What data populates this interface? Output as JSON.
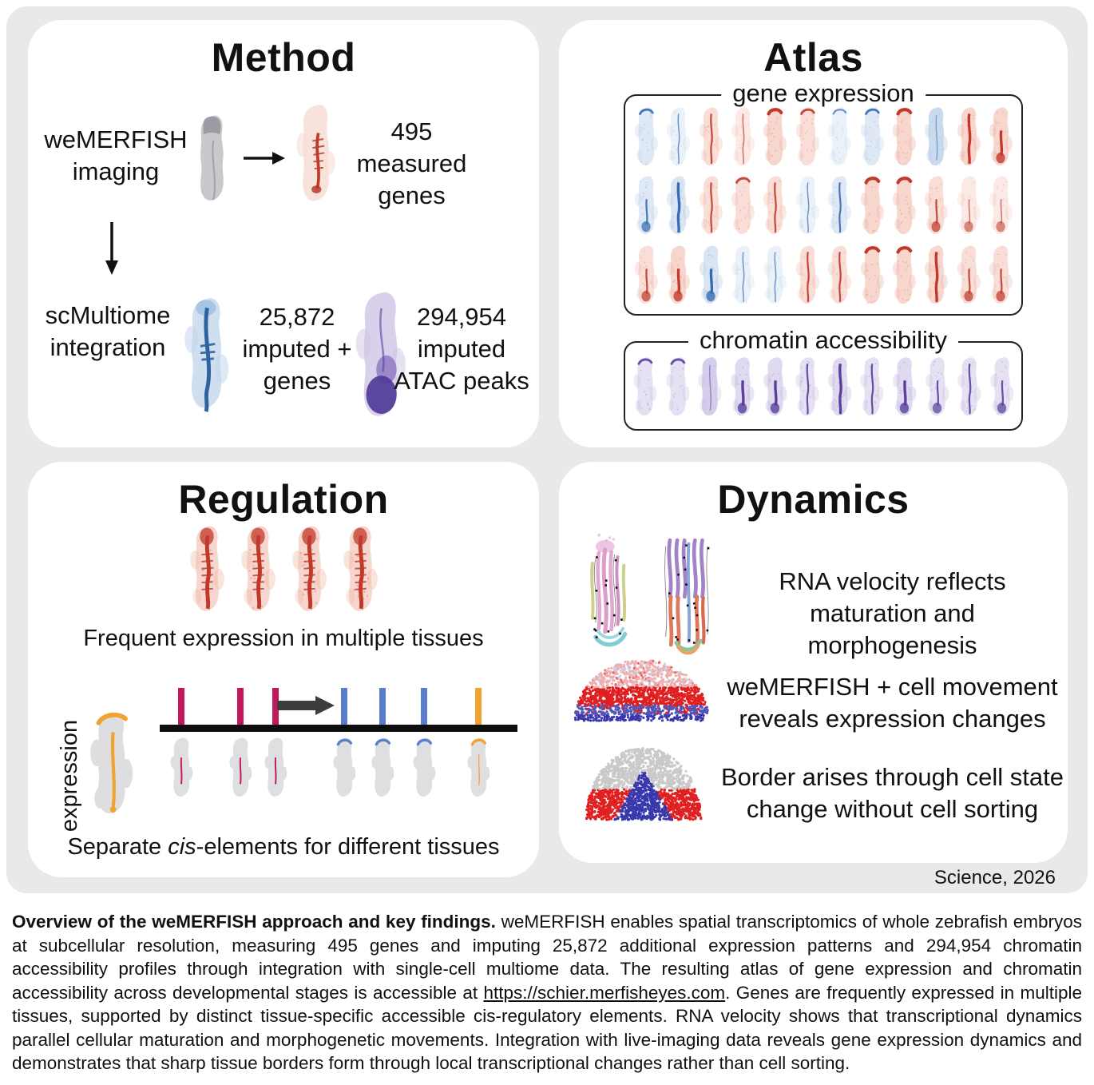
{
  "colors": {
    "background_gray": "#e9e9e9",
    "panel_white": "#ffffff",
    "text_black": "#111111",
    "embryo_red": "#c0392b",
    "wash_red": "#f0b5a6",
    "embryo_blue": "#376bb3",
    "wash_blue": "#b9cfe8",
    "embryo_purple": "#5a3f9e",
    "wash_purple": "#c5bbe2",
    "gray_body": "#c9c9cd",
    "gray_head": "#9b9ca3",
    "bar_magenta": "#c2185b",
    "bar_blue": "#5b7ecc",
    "bar_orange": "#f0a330",
    "arrow_dark": "#3d3d3d",
    "dome_red": "#e02020",
    "dome_blue": "#3838ac",
    "dome_pink": "#efaeae",
    "dome_gray": "#c9c9c9"
  },
  "panels": {
    "method": {
      "title": "Method",
      "step1_line1": "weMERFISH",
      "step1_line2": "imaging",
      "measured_line1": "495",
      "measured_line2": "measured",
      "measured_line3": "genes",
      "step2_line1": "scMultiome",
      "step2_line2": "integration",
      "imputed_line1": "25,872",
      "imputed_line2": "imputed +",
      "imputed_line3": "genes",
      "atac_line1": "294,954",
      "atac_line2": "imputed",
      "atac_line3": "ATAC peaks"
    },
    "atlas": {
      "title": "Atlas",
      "gene_expression_label": "gene expression",
      "chromatin_label": "chromatin accessibility",
      "gene_expression_rows": [
        [
          "blue:mid:head",
          "blue:light:mid",
          "red:mid:mid",
          "red:light:mid",
          "red:strong:head",
          "red:mid:head",
          "blue:light:head",
          "blue:mid:head",
          "red:strong:head",
          "blue:strong:wash",
          "red:strong:mid",
          "red:strong:lower"
        ],
        [
          "blue:mid:lower",
          "blue:strong:mid",
          "red:mid:mid",
          "red:mid:head",
          "red:mid:mid",
          "blue:light:mid",
          "blue:mid:mid",
          "red:strong:head",
          "red:strong:head",
          "red:mid:lower",
          "red:light:lower",
          "red:light:lower"
        ],
        [
          "red:mid:lower",
          "red:strong:lower",
          "blue:strong:lower",
          "blue:light:mid",
          "blue:light:mid",
          "red:mid:mid",
          "red:mid:mid",
          "red:strong:head",
          "red:strong:head",
          "red:strong:mid",
          "red:mid:lower",
          "red:mid:lower"
        ]
      ],
      "chromatin_row": [
        "purple:mid:head",
        "purple:mid:head",
        "purple:mid:wash",
        "purple:strong:lower",
        "purple:strong:lower",
        "purple:mid:mid",
        "purple:strong:mid",
        "purple:mid:mid",
        "purple:strong:lower",
        "purple:mid:lower",
        "purple:mid:mid",
        "purple:mid:lower"
      ]
    },
    "regulation": {
      "title": "Regulation",
      "finding1": "Frequent expression in multiple tissues",
      "axis_label": "expression",
      "elements_before": [
        "magenta",
        "magenta",
        "magenta"
      ],
      "elements_after": [
        "blue",
        "blue",
        "blue",
        "orange"
      ],
      "finding2_pre": "Separate ",
      "finding2_italic": "cis",
      "finding2_post": "-elements for different tissues"
    },
    "dynamics": {
      "title": "Dynamics",
      "items": [
        {
          "line1": "RNA velocity reflects",
          "line2": "maturation and morphogenesis"
        },
        {
          "line1": "weMERFISH + cell movement",
          "line2": "reveals expression changes"
        },
        {
          "line1": "Border arises through cell state",
          "line2": "change without cell sorting"
        }
      ]
    }
  },
  "credit": "Science, 2026",
  "caption": {
    "bold": "Overview of the weMERFISH approach and key findings.",
    "text_before_link": " weMERFISH enables spatial transcriptomics of whole zebrafish embryos at subcellular resolution, measuring 495 genes and imputing 25,872 additional expression patterns and 294,954 chromatin accessibility profiles through integration with single-cell multiome data. The resulting atlas of gene expression and chromatin accessibility across developmental stages is accessible at ",
    "link": "https://schier.merfisheyes.com",
    "text_after_link": ". Genes are frequently expressed in multiple tissues, supported by distinct tissue-specific accessible cis-regulatory elements. RNA velocity shows that transcriptional dynamics parallel cellular maturation and morphogenetic movements. Integration with live-imaging data reveals gene expression dynamics and demonstrates that sharp tissue borders form through local transcriptional changes rather than cell sorting."
  }
}
